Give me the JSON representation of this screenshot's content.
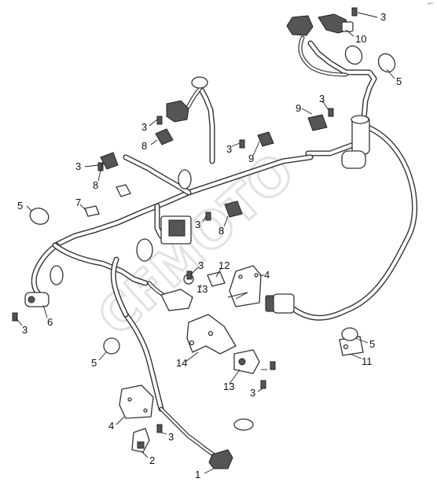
{
  "watermark": "CFMOTO",
  "corner_mark": "⌐",
  "callouts": [
    {
      "id": "c3a",
      "label": "3"
    },
    {
      "id": "c10",
      "label": "10"
    },
    {
      "id": "c5a",
      "label": "5"
    },
    {
      "id": "c3b",
      "label": "3"
    },
    {
      "id": "c9a",
      "label": "9"
    },
    {
      "id": "c3c",
      "label": "3"
    },
    {
      "id": "c8a",
      "label": "8"
    },
    {
      "id": "c3d",
      "label": "3"
    },
    {
      "id": "c9b",
      "label": "9"
    },
    {
      "id": "c3e",
      "label": "3"
    },
    {
      "id": "c8b",
      "label": "8"
    },
    {
      "id": "c5b",
      "label": "5"
    },
    {
      "id": "c7",
      "label": "7"
    },
    {
      "id": "c3f",
      "label": "3"
    },
    {
      "id": "c8c",
      "label": "8"
    },
    {
      "id": "c3g",
      "label": "3"
    },
    {
      "id": "c12",
      "label": "12"
    },
    {
      "id": "c13a",
      "label": "13"
    },
    {
      "id": "c4a",
      "label": "4"
    },
    {
      "id": "c3h",
      "label": "3"
    },
    {
      "id": "c6",
      "label": "6"
    },
    {
      "id": "c5c",
      "label": "5"
    },
    {
      "id": "c14",
      "label": "14"
    },
    {
      "id": "c13b",
      "label": "13"
    },
    {
      "id": "c3i",
      "label": "3"
    },
    {
      "id": "c5d",
      "label": "5"
    },
    {
      "id": "c11",
      "label": "11"
    },
    {
      "id": "c4b",
      "label": "4"
    },
    {
      "id": "c3j",
      "label": "3"
    },
    {
      "id": "c2",
      "label": "2"
    },
    {
      "id": "c1",
      "label": "1"
    }
  ]
}
